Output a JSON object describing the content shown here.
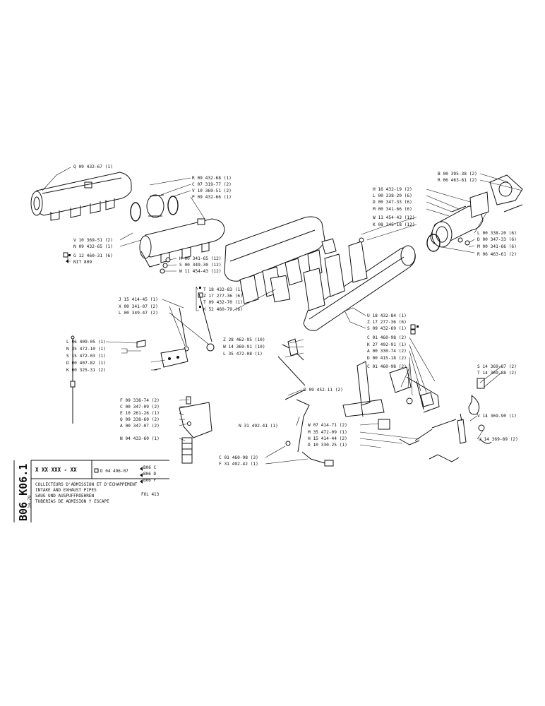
{
  "page": {
    "side_code": "B06 K06.1",
    "side_date": "10-79",
    "header": {
      "code_mask": "X XX XXX - XX",
      "ref_box": "D 04 496-07",
      "variants": [
        "B06 C",
        "B06 D",
        "B06 F"
      ],
      "titles": [
        "COLLECTEURS D'ADMISSION ET D'ECHAPPEMENT",
        "INTAKE AND EXHAUST PIPES",
        "SAUG UND AUSPUFFROEHREN",
        "TUBERIAS DE ADMISION Y ESCAPE"
      ],
      "fig": "F6L 413"
    }
  },
  "callouts": [
    {
      "id": "c1",
      "text": "Q 09 432-67 (1)"
    },
    {
      "id": "c2",
      "text": "R 09 432-68 (1)"
    },
    {
      "id": "c3",
      "text": "C 07 319-77 (2)"
    },
    {
      "id": "c4",
      "text": "V 10 369-51 (2)"
    },
    {
      "id": "c5",
      "text": "P 09 432-66 (1)"
    },
    {
      "id": "c6",
      "text": "V 10 369-51 (2)"
    },
    {
      "id": "c7",
      "text": "N 09 432-65 (1)"
    },
    {
      "id": "c8",
      "text": "G 12 460-31 (6)"
    },
    {
      "id": "c9",
      "text": "NIT 809"
    },
    {
      "id": "c10",
      "text": "H 00 341-65 (12)"
    },
    {
      "id": "c11",
      "text": "S 00 349-30 (12)"
    },
    {
      "id": "c12",
      "text": "W 11 454-43 (12)"
    },
    {
      "id": "c13",
      "text": "T 18 432-83 (1)"
    },
    {
      "id": "c14",
      "text": "Z 17 277-36 (6)"
    },
    {
      "id": "c15",
      "text": "T 09 432-70 (1)"
    },
    {
      "id": "c16",
      "text": "K 52 460-79 (6)"
    },
    {
      "id": "c17",
      "text": "B 00 395-38 (2)"
    },
    {
      "id": "c18",
      "text": "R 06 463-61 (2)"
    },
    {
      "id": "c19",
      "text": "H 16 432-19 (2)"
    },
    {
      "id": "c20",
      "text": "L 00 338-20 (6)"
    },
    {
      "id": "c21",
      "text": "D 00 347-33 (6)"
    },
    {
      "id": "c22",
      "text": "M 00 341-66 (6)"
    },
    {
      "id": "c23",
      "text": "W 11 454-43 (12)"
    },
    {
      "id": "c24",
      "text": "K 08 345-18 (12)"
    },
    {
      "id": "c25",
      "text": "L 00 338-20 (6)"
    },
    {
      "id": "c26",
      "text": "D 00 347-33 (6)"
    },
    {
      "id": "c27",
      "text": "M 00 341-66 (6)"
    },
    {
      "id": "c28",
      "text": "R 06 463-61 (2)"
    },
    {
      "id": "c29",
      "text": "J 15 414-45 (1)"
    },
    {
      "id": "c30",
      "text": "X 00 341-07 (2)"
    },
    {
      "id": "c31",
      "text": "L 00 349-47 (2)"
    },
    {
      "id": "c32",
      "text": "U 18 432-84 (1)"
    },
    {
      "id": "c33",
      "text": "Z 17 277-36 (6)"
    },
    {
      "id": "c34",
      "text": "S 09 432-69 (1)"
    },
    {
      "id": "c35",
      "text": "C 01 460-98 (2)"
    },
    {
      "id": "c36",
      "text": "K 27 492-91 (1)"
    },
    {
      "id": "c37",
      "text": "A 00 330-74 (2)"
    },
    {
      "id": "c38",
      "text": "D 00 415-18 (2)"
    },
    {
      "id": "c39",
      "text": "C 01 460-98 (2)"
    },
    {
      "id": "c40",
      "text": "L 06 409-05 (1)"
    },
    {
      "id": "c41",
      "text": "N 35 472-10 (1)"
    },
    {
      "id": "c42",
      "text": "S 15 472-03 (1)"
    },
    {
      "id": "c43",
      "text": "D 00 407-82 (1)"
    },
    {
      "id": "c44",
      "text": "K 00 325-31 (2)"
    },
    {
      "id": "c45",
      "text": "Z 28 462-95 (10)"
    },
    {
      "id": "c46",
      "text": "W 14 369-91 (10)"
    },
    {
      "id": "c47",
      "text": "L 35 472-08 (1)"
    },
    {
      "id": "c48",
      "text": "D 09 452-11 (2)"
    },
    {
      "id": "c49",
      "text": "S 14 369-87 (2)"
    },
    {
      "id": "c50",
      "text": "T 14 369-88 (2)"
    },
    {
      "id": "c51",
      "text": "F 09 338-74 (2)"
    },
    {
      "id": "c52",
      "text": "C 00 347-09 (2)"
    },
    {
      "id": "c53",
      "text": "E 10 261-26 (1)"
    },
    {
      "id": "c54",
      "text": "Q 09 338-60 (2)"
    },
    {
      "id": "c55",
      "text": "A 00 347-07 (2)"
    },
    {
      "id": "c56",
      "text": "N 04 433-60 (1)"
    },
    {
      "id": "c57",
      "text": "N 31 492-41 (1)"
    },
    {
      "id": "c58",
      "text": "V 14 369-90 (1)"
    },
    {
      "id": "c59",
      "text": "W 07 414-71 (2)"
    },
    {
      "id": "c60",
      "text": "M 35 472-09 (1)"
    },
    {
      "id": "c61",
      "text": "H 15 414-44 (2)"
    },
    {
      "id": "c62",
      "text": "D 10 330-25 (1)"
    },
    {
      "id": "c63",
      "text": "U 14 369-89 (2)"
    },
    {
      "id": "c64",
      "text": "C 01 460-98 (3)"
    },
    {
      "id": "c65",
      "text": "F 31 492-42 (1)"
    }
  ]
}
